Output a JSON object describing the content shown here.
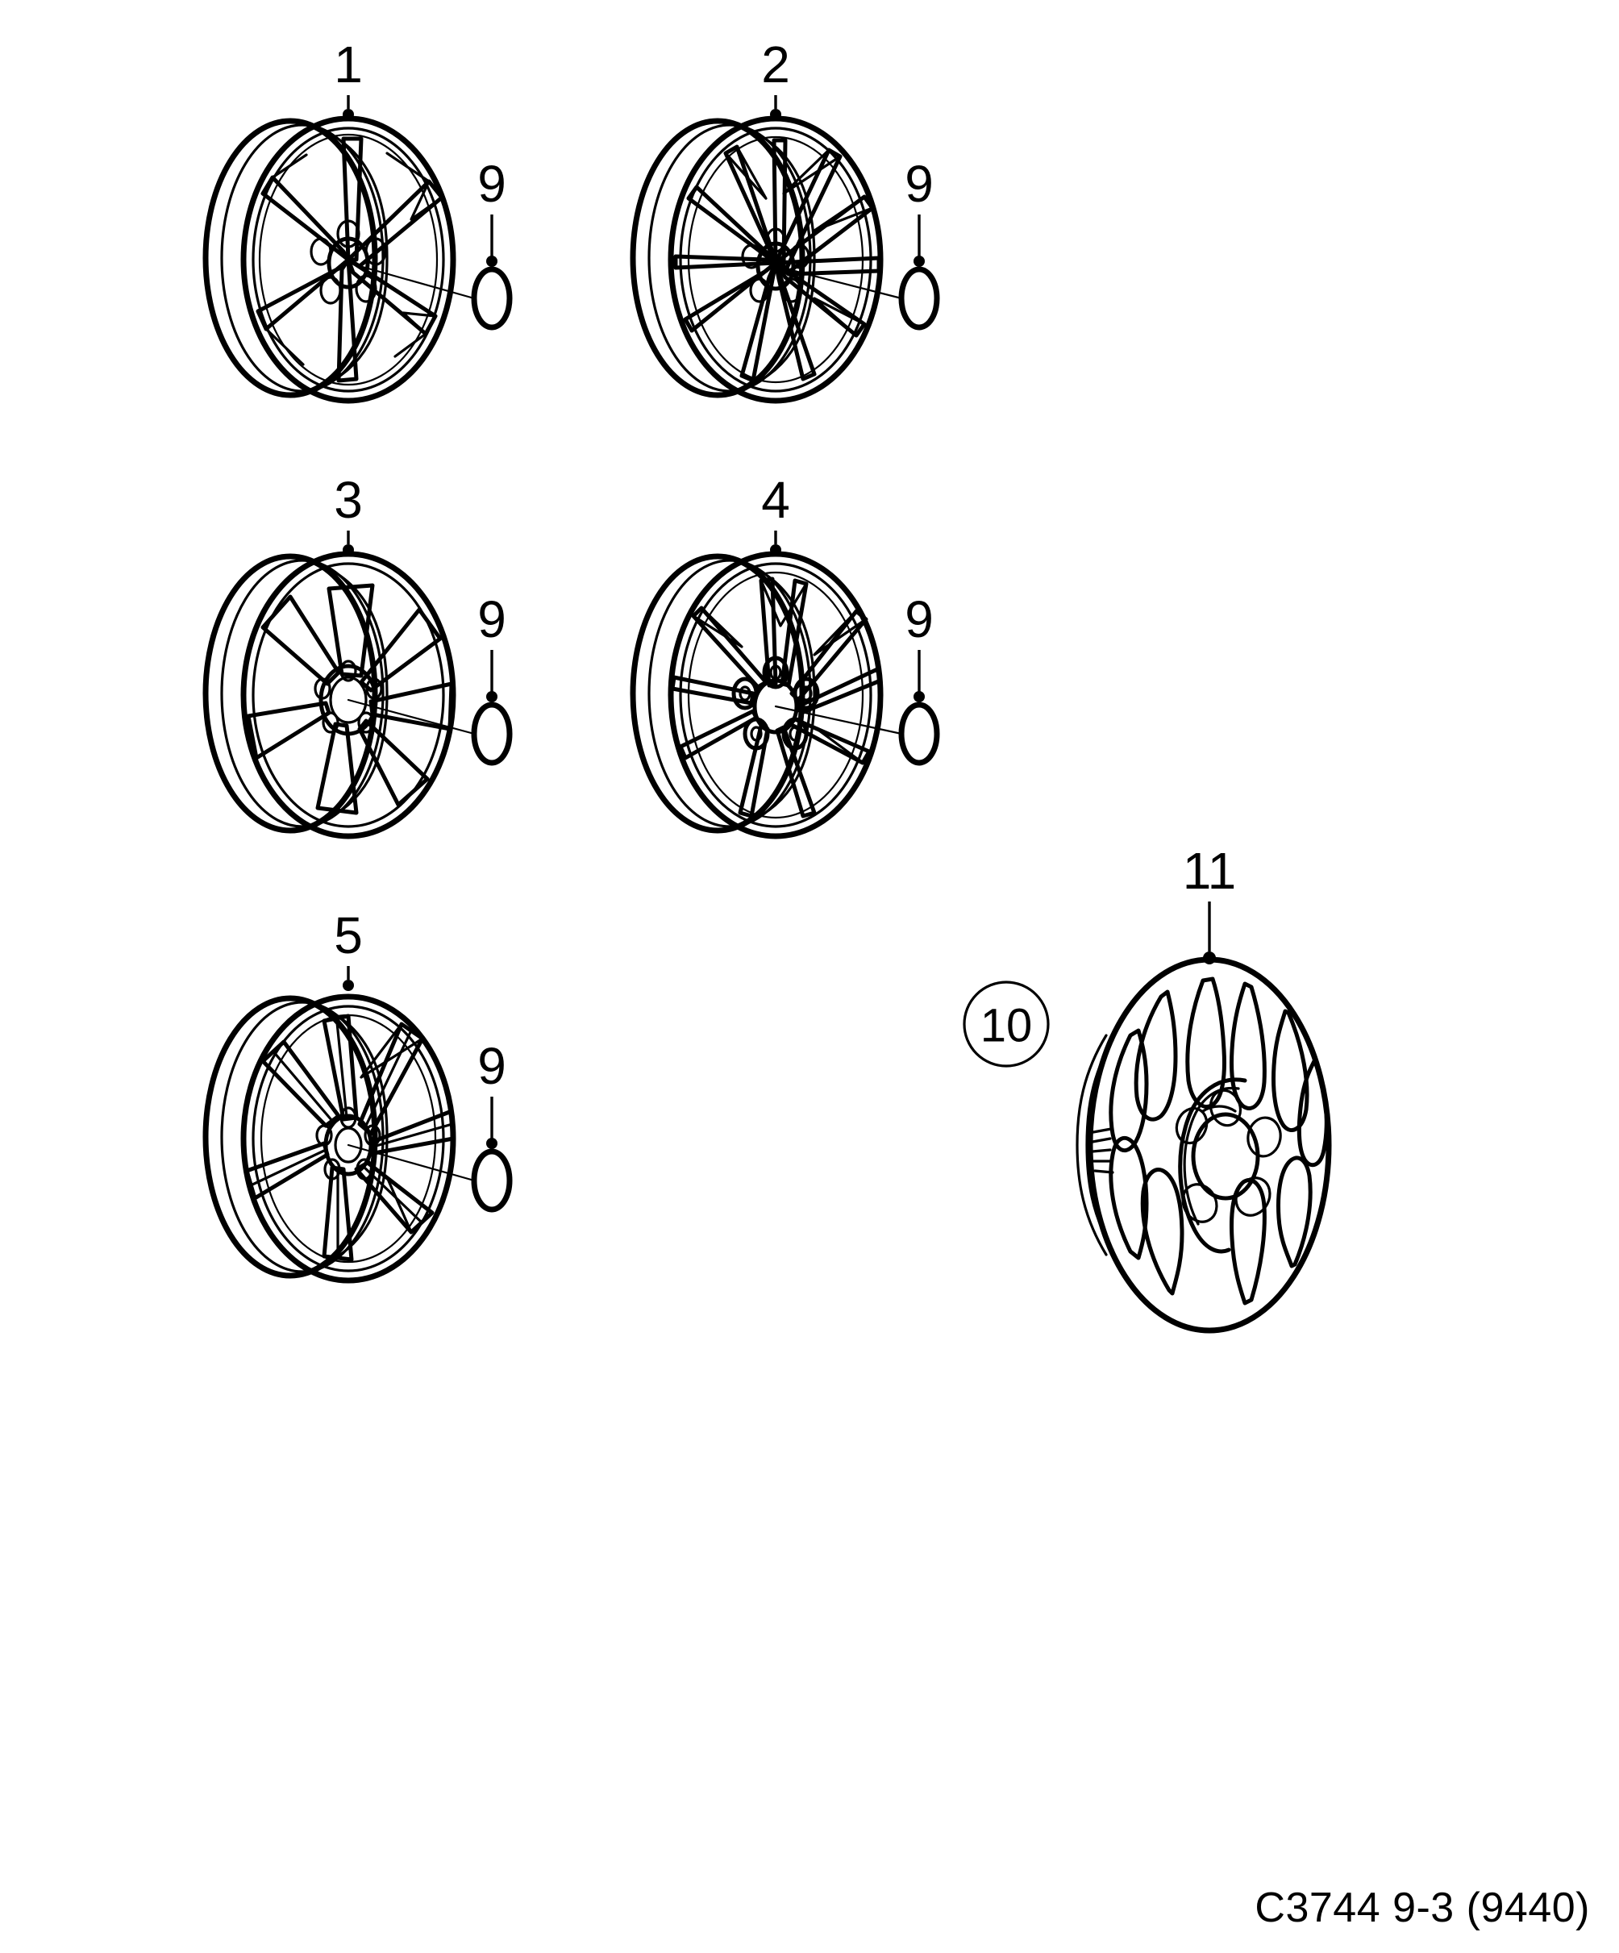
{
  "document": {
    "type": "automotive-parts-illustration",
    "subject": "Wheels and wheel trim",
    "caption": "C3744 9-3 (9440)",
    "background_color": "#ffffff",
    "line_color": "#000000"
  },
  "caption": {
    "text": "C3744 9-3 (9440)",
    "part_code": "C3744",
    "model": "9-3",
    "variant": "(9440)"
  },
  "callouts": {
    "item1": "1",
    "item2": "2",
    "item3": "3",
    "item4": "4",
    "item5": "5",
    "item9": "9",
    "item10": "10",
    "item11": "11"
  },
  "figures": [
    {
      "id": "fig-1",
      "item_number": "1",
      "kind": "alloy-wheel",
      "description": "Alloy wheel, 5 twin-spoke design, shown in perspective with rim barrel behind",
      "accessory": {
        "item_number": "9",
        "kind": "centre-cap",
        "view": "edge-on-ellipse"
      }
    },
    {
      "id": "fig-2",
      "item_number": "2",
      "kind": "alloy-wheel",
      "description": "Alloy wheel, multi-spoke thin-spoke design, shown in perspective",
      "accessory": {
        "item_number": "9",
        "kind": "centre-cap",
        "view": "edge-on-ellipse"
      }
    },
    {
      "id": "fig-3",
      "item_number": "3",
      "kind": "alloy-wheel",
      "description": "Alloy wheel, broad tapered 7-spoke design, shown in perspective",
      "accessory": {
        "item_number": "9",
        "kind": "centre-cap",
        "view": "edge-on-ellipse"
      }
    },
    {
      "id": "fig-4",
      "item_number": "4",
      "kind": "alloy-wheel",
      "description": "Alloy wheel, paired thin-spoke design with exposed lug nuts",
      "accessory": {
        "item_number": "9",
        "kind": "centre-cap",
        "view": "edge-on-ellipse"
      }
    },
    {
      "id": "fig-5",
      "item_number": "5",
      "kind": "alloy-wheel",
      "description": "Alloy wheel, split twin-spoke design, shown in perspective",
      "accessory": {
        "item_number": "9",
        "kind": "centre-cap",
        "view": "edge-on-ellipse"
      }
    },
    {
      "id": "fig-11",
      "item_number": "11",
      "group_number": "10",
      "kind": "wheel-trim-hub-cap",
      "description": "Wheel trim / hub cap, slotted multi-vane design, shown in perspective"
    }
  ],
  "layout": {
    "columns": 2,
    "rows": 3,
    "note": "Items 1 and 2 top row, 3 and 4 middle row, 5 and 11 bottom row"
  }
}
